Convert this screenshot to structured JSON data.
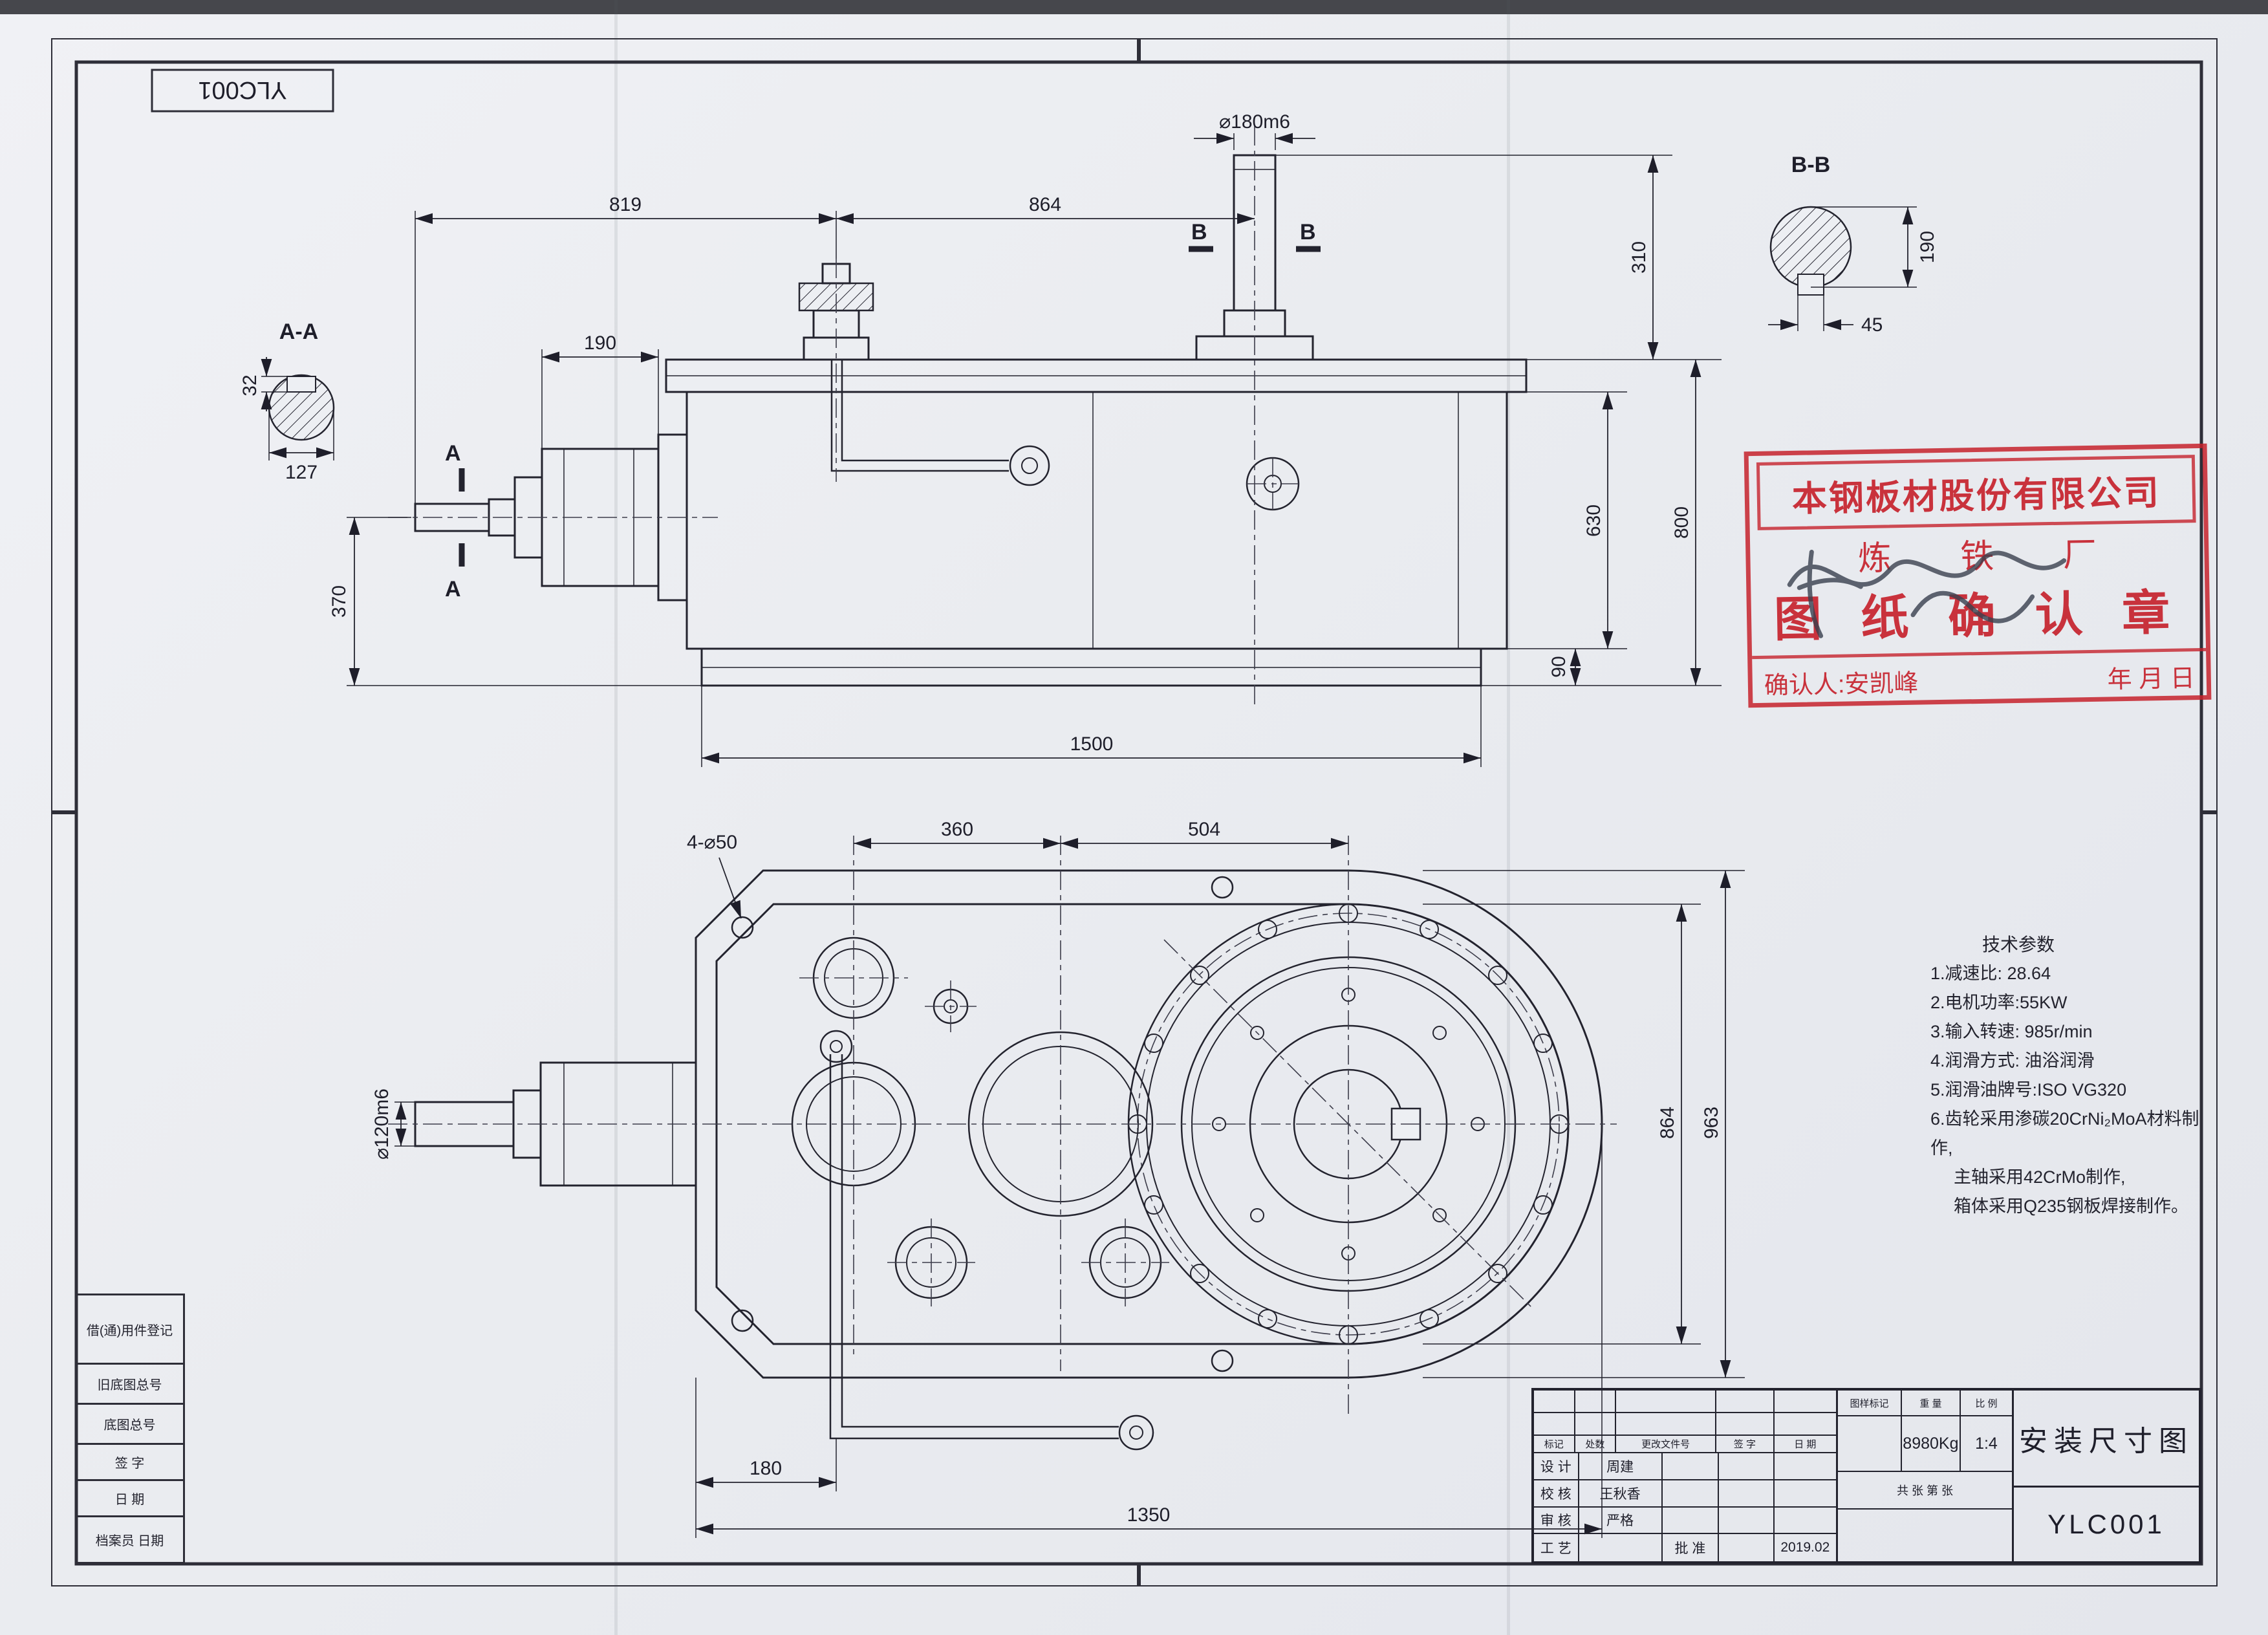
{
  "corner_label": "YLC001",
  "front": {
    "dim_819": "819",
    "dim_864": "864",
    "dim_shaft": "⌀180m6",
    "dim_310": "310",
    "dim_800": "800",
    "dim_630": "630",
    "dim_90": "90",
    "dim_370": "370",
    "dim_190": "190",
    "dim_1500": "1500",
    "marker_a": "A",
    "marker_b": "B"
  },
  "section_aa": {
    "label": "A-A",
    "dim_32": "32",
    "dim_127": "127"
  },
  "section_bb": {
    "label": "B-B",
    "dim_190": "190",
    "dim_45": "45"
  },
  "plan": {
    "dim_holes": "4-⌀50",
    "dim_360": "360",
    "dim_504": "504",
    "dim_864": "864",
    "dim_963": "963",
    "dim_shaft": "⌀120m6",
    "dim_180": "180",
    "dim_1350": "1350"
  },
  "stamp": {
    "company": "本钢板材股份有限公司",
    "plant": "炼 铁 厂",
    "seal": "图 纸 确 认 章",
    "confirm": "确认人:安凯峰",
    "date": "年  月  日"
  },
  "tech_notes": {
    "title": "技术参数",
    "items": [
      "1.减速比: 28.64",
      "2.电机功率:55KW",
      "3.输入转速: 985r/min",
      "4.润滑方式: 油浴润滑",
      "5.润滑油牌号:ISO VG320",
      "6.齿轮采用渗碳20CrNi₂MoA材料制作,",
      "主轴采用42CrMo制作,",
      "箱体采用Q235钢板焊接制作。"
    ]
  },
  "left_table": {
    "rows": [
      "借(通)用件登记",
      "旧底图总号",
      "底图总号",
      "签  字",
      "日  期",
      "档案员  日期"
    ]
  },
  "title_block": {
    "rev_header": [
      "标记",
      "处数",
      "更改文件号",
      "签 字",
      "日 期"
    ],
    "sig_rows": [
      {
        "role": "设 计",
        "name": "周建",
        "extra": "",
        "date": ""
      },
      {
        "role": "校 核",
        "name": "王秋香",
        "extra": "",
        "date": ""
      },
      {
        "role": "审 核",
        "name": "严格",
        "extra": "",
        "date": ""
      },
      {
        "role": "工 艺",
        "name": "",
        "extra": "批 准",
        "date": "2019.02"
      }
    ],
    "middle": {
      "stage_label": "图样标记",
      "weight_label": "重 量",
      "scale_label": "比 例",
      "weight": "8980Kg",
      "scale": "1:4",
      "sheet": "共 张  第 张"
    },
    "drawing_title": "安装尺寸图",
    "drawing_no": "YLC001"
  }
}
